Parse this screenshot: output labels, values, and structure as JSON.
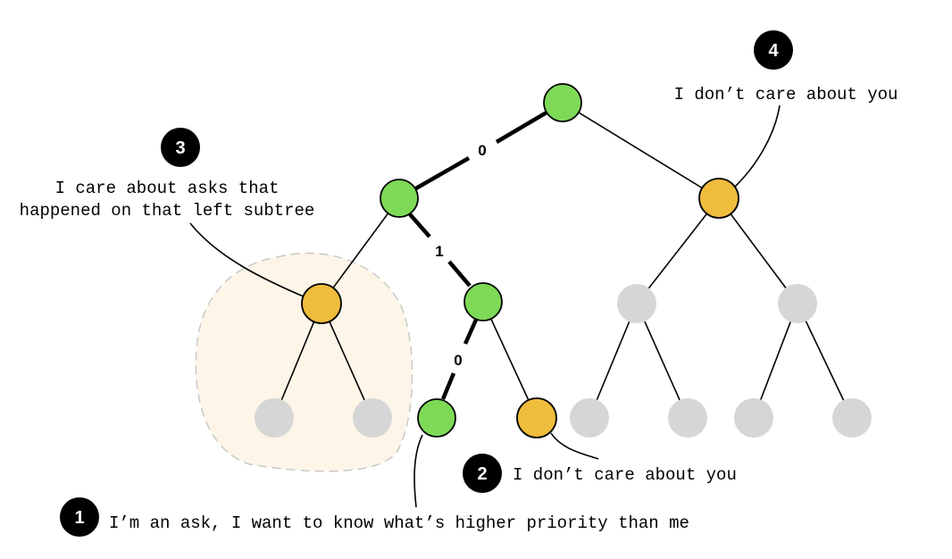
{
  "colors": {
    "green": "#7ed957",
    "yellow": "#f0bc3c",
    "gray": "#d6d6d6",
    "highlight": "#fdf6e8"
  },
  "edge_labels": {
    "root_to_left": "0",
    "left_to_lr": "1",
    "lr_to_lrl": "0"
  },
  "callouts": {
    "c1": {
      "number": "1",
      "text": "I’m an ask, I want to know what’s higher priority than me"
    },
    "c2": {
      "number": "2",
      "text": "I don’t care about you"
    },
    "c3": {
      "number": "3",
      "line1": "I care about asks that",
      "line2": "happened on that left subtree"
    },
    "c4": {
      "number": "4",
      "text": "I don’t care about you"
    }
  }
}
